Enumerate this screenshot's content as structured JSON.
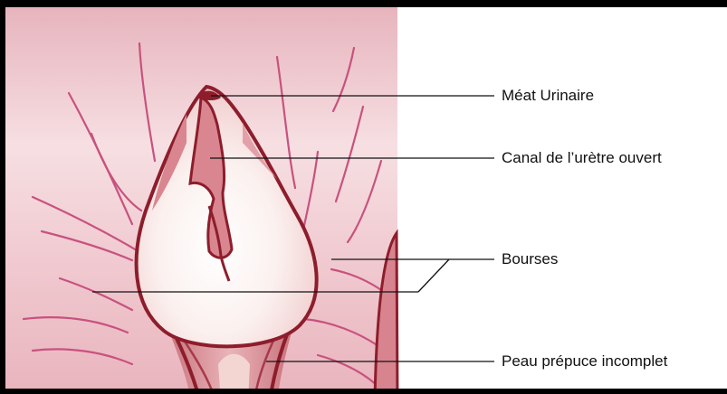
{
  "labels": {
    "meat_urinaire": "Méat Urinaire",
    "canal_uretre": "Canal de l’urètre ouvert",
    "bourses": "Bourses",
    "peau_prepuce": "Peau prépuce incomplet"
  },
  "colors": {
    "background_pink": "#f3d3d8",
    "skin_light": "#fbf0ee",
    "outline_dark": "#8e1d2c",
    "vein_magenta": "#c8527f",
    "urethra_pink": "#d98690",
    "leader_line": "#111111"
  }
}
